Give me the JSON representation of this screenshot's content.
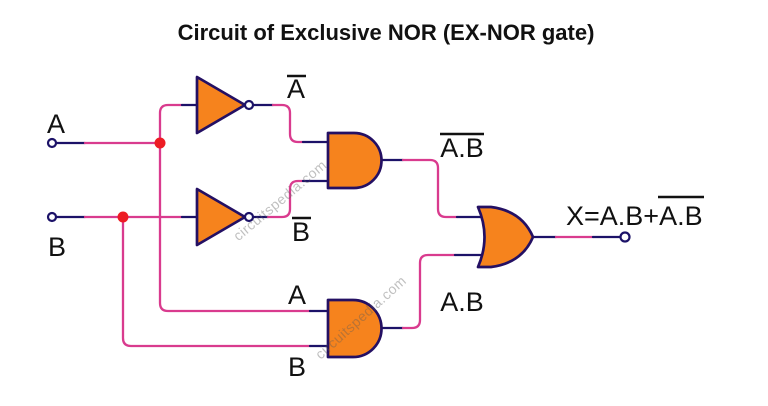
{
  "title": "Circuit of Exclusive NOR (EX-NOR gate)",
  "watermark": {
    "text": "circuitspedia.com"
  },
  "colors": {
    "background": "#ffffff",
    "gate_fill": "#f6831d",
    "gate_outline": "#241063",
    "wire_navy": "#1c1268",
    "wire_pink": "#d93b8e",
    "junction_red": "#ed1c24",
    "label_text": "#111111",
    "watermark_gray": "#5a5a5a"
  },
  "labels": {
    "input_a": "A",
    "input_b": "B",
    "not_a_output": "A",
    "not_b_output": "B",
    "and1_output": "A.B",
    "and2_input_a": "A",
    "and2_input_b": "B",
    "and2_output": "A.B",
    "output_prefix": "X=A.B+",
    "output_overlined": "A.B"
  },
  "gates": [
    {
      "type": "NOT",
      "inputs": [
        "A"
      ],
      "output_label": "A (overline)"
    },
    {
      "type": "NOT",
      "inputs": [
        "B"
      ],
      "output_label": "B (overline)"
    },
    {
      "type": "AND",
      "inputs": [
        "A (overline)",
        "B (overline)"
      ],
      "output_label": "A.B (overline)"
    },
    {
      "type": "AND",
      "inputs": [
        "A",
        "B"
      ],
      "output_label": "A.B"
    },
    {
      "type": "OR",
      "inputs": [
        "A.B (overline)",
        "A.B"
      ],
      "output_label": "X=A.B+A.B (overline on last term)"
    }
  ]
}
